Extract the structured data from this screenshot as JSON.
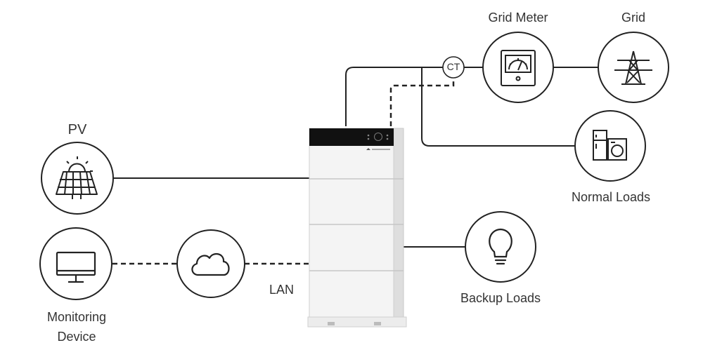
{
  "labels": {
    "pv": "PV",
    "grid_meter": "Grid Meter",
    "grid": "Grid",
    "ct": "CT",
    "normal_loads": "Normal Loads",
    "backup_loads": "Backup Loads",
    "lan": "LAN",
    "monitoring_device_line1": "Monitoring",
    "monitoring_device_line2": "Device"
  },
  "colors": {
    "line": "#222222",
    "circle_stroke": "#222222",
    "text": "#333333",
    "battery_body": "#f4f4f4",
    "battery_top": "#111111"
  },
  "icons": {
    "pv": "solar-panel-icon",
    "grid_meter": "meter-icon",
    "grid": "transmission-tower-icon",
    "normal_loads": "appliances-icon",
    "backup_loads": "light-bulb-icon",
    "monitoring": "monitor-icon",
    "cloud": "cloud-icon"
  }
}
